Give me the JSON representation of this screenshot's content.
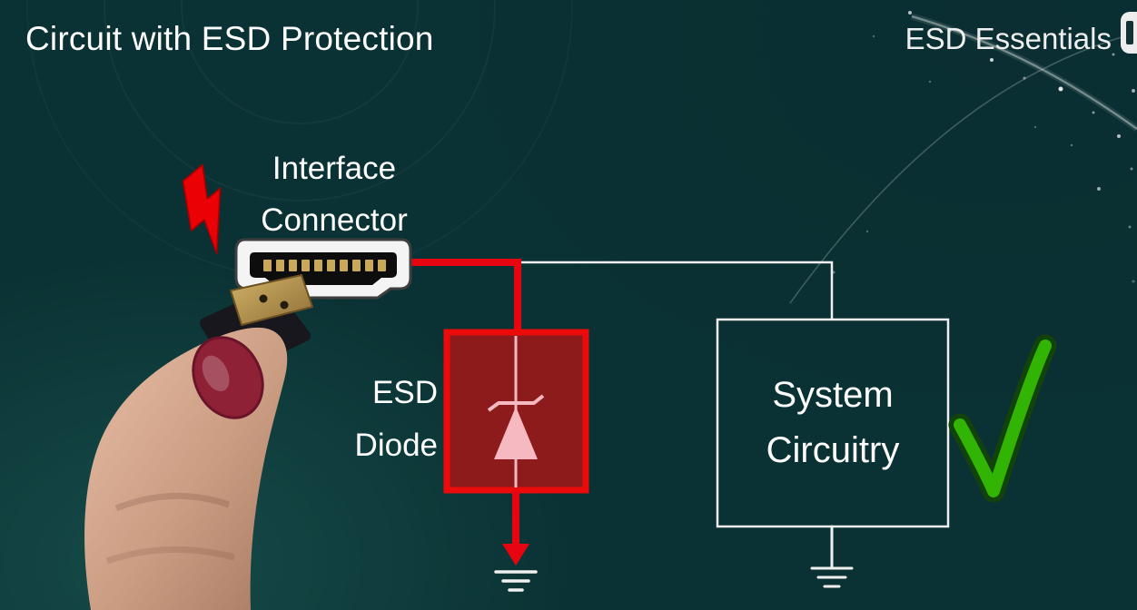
{
  "header": {
    "title": "Circuit with ESD Protection",
    "brand": "ESD Essentials"
  },
  "labels": {
    "interface_connector": {
      "line1": "Interface",
      "line2": "Connector"
    },
    "esd_diode": {
      "line1": "ESD",
      "line2": "Diode"
    },
    "system_circuitry": {
      "line1": "System",
      "line2": "Circuitry"
    }
  },
  "icons": {
    "lightning": "esd-strike-lightning-icon",
    "checkmark": "success-checkmark-icon",
    "ground_left": "ground-symbol-icon",
    "ground_right": "ground-symbol-icon",
    "zener_diode": "zener-diode-symbol-icon",
    "hdmi_connector": "hdmi-connector-photo",
    "hand": "hand-holding-connector-photo",
    "brand_logo": "partial-logo-icon"
  },
  "colors": {
    "background": "#0a3133",
    "wire_red": "#e60511",
    "diode_fill": "#8e1b1b",
    "diode_border": "#ec0a0a",
    "diode_symbol_pink": "#f6b9c2",
    "wire_white": "#f0f0f0",
    "checkmark_green": "#31b404",
    "text_white": "#ffffff",
    "nail_red": "#8e2136"
  }
}
